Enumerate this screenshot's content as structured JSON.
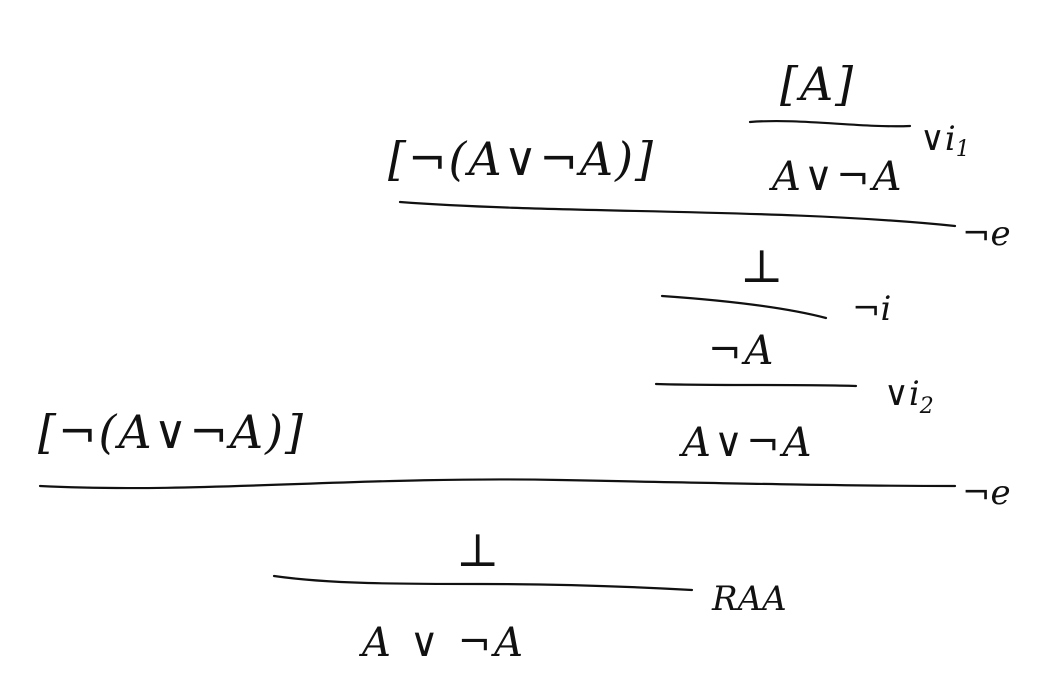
{
  "proof": {
    "title": "",
    "assumption_top_right": "[A]",
    "assumption_top_left": "[¬(A∨¬A)]",
    "conclusion_or_1": "A∨¬A",
    "rule_or_intro_1": "∨i",
    "rule_or_intro_1_index": "1",
    "rule_neg_elim_1": "¬e",
    "bottom_1": "⊥",
    "rule_neg_intro": "¬i",
    "not_a": "¬A",
    "rule_or_intro_2": "∨i",
    "rule_or_intro_2_index": "2",
    "assumption_left": "[¬(A∨¬A)]",
    "conclusion_or_2": "A∨¬A",
    "rule_neg_elim_2": "¬e",
    "bottom_2": "⊥",
    "rule_raa": "RAA",
    "final_conclusion": "A ∨ ¬A"
  },
  "colors": {
    "ink": "#111111",
    "background": "#ffffff"
  }
}
